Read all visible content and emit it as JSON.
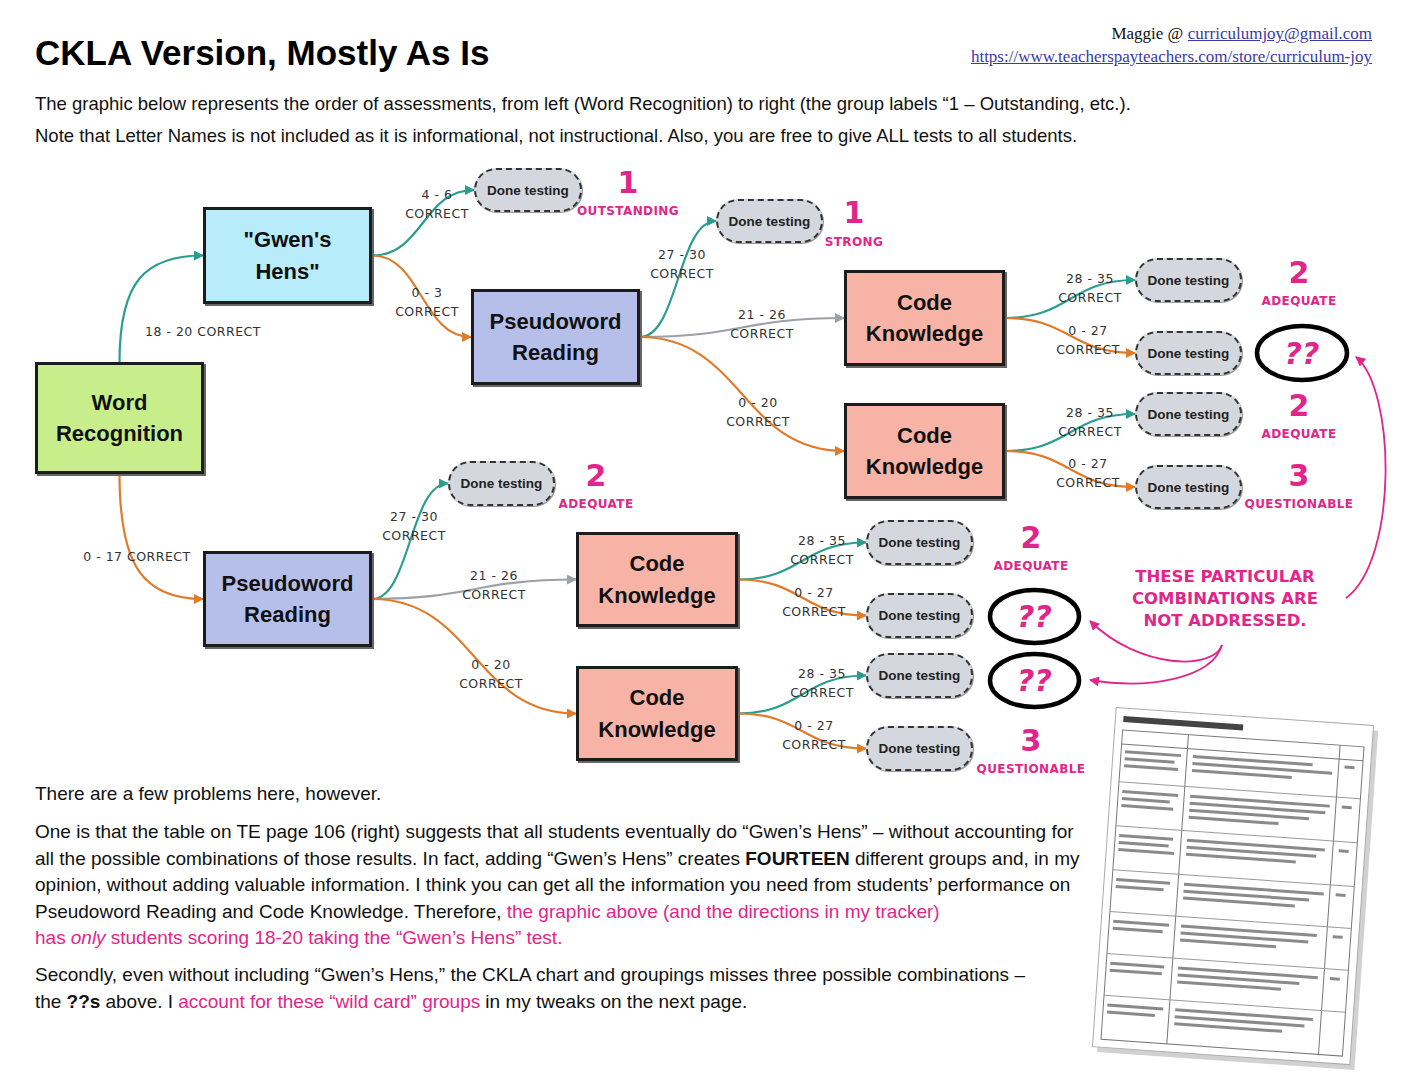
{
  "diagram": {
    "title": "CKLA Version, Mostly As Is",
    "nodes": [
      {
        "text": [
          "Word Recognition"
        ]
      },
      {
        "text": [
          "\"Gwen's Hens\""
        ]
      },
      {
        "text": [
          "Pseudoword Reading"
        ]
      },
      {
        "text": [
          "Pseudoword Reading"
        ]
      },
      {
        "text": [
          "Done testing"
        ]
      },
      {
        "text": [
          "Done testing"
        ]
      },
      {
        "text": [
          "Code Knowledge"
        ]
      },
      {
        "text": [
          "Code Knowledge"
        ]
      },
      {
        "text": [
          "Done testing"
        ]
      },
      {
        "text": [
          "Done testing"
        ]
      },
      {
        "text": [
          "Done testing"
        ]
      },
      {
        "text": [
          "Done testing"
        ]
      },
      {
        "text": [
          "??"
        ]
      },
      {
        "text": [
          "Done testing"
        ]
      },
      {
        "text": [
          "Code Knowledge"
        ]
      },
      {
        "text": [
          "Code Knowledge"
        ]
      },
      {
        "text": [
          "Done testing"
        ]
      },
      {
        "text": [
          "Done testing"
        ]
      },
      {
        "text": [
          "Done testing"
        ]
      },
      {
        "text": [
          "Done testing"
        ]
      },
      {
        "text": [
          "??"
        ]
      },
      {
        "text": [
          "??"
        ]
      }
    ],
    "edges": [
      {
        "from": 0,
        "to": 1,
        "label": "18 - 20 CORRECT",
        "arrow": "to"
      },
      {
        "from": 1,
        "to": 4,
        "label": "4 - 6 CORRECT",
        "arrow": "to"
      },
      {
        "from": 1,
        "to": 2,
        "label": "0 - 3 CORRECT",
        "arrow": "to"
      },
      {
        "from": 2,
        "to": 5,
        "label": "27 - 30 CORRECT",
        "arrow": "to"
      },
      {
        "from": 2,
        "to": 6,
        "label": "21 - 26 CORRECT",
        "arrow": "to"
      },
      {
        "from": 2,
        "to": 7,
        "label": "0 - 20 CORRECT",
        "arrow": "to"
      },
      {
        "from": 6,
        "to": 8,
        "label": "28 - 35 CORRECT",
        "arrow": "to"
      },
      {
        "from": 6,
        "to": 9,
        "label": "0 - 27 CORRECT",
        "arrow": "to"
      },
      {
        "from": 7,
        "to": 10,
        "label": "28 - 35 CORRECT",
        "arrow": "to"
      },
      {
        "from": 7,
        "to": 11,
        "label": "0 - 27 CORRECT",
        "arrow": "to"
      },
      {
        "from": 0,
        "to": 3,
        "label": "0 - 17 CORRECT",
        "arrow": "to"
      },
      {
        "from": 3,
        "to": 13,
        "label": "27 - 30 CORRECT",
        "arrow": "to"
      },
      {
        "from": 3,
        "to": 14,
        "label": "21 - 26 CORRECT",
        "arrow": "to"
      },
      {
        "from": 3,
        "to": 15,
        "label": "0 - 20 CORRECT",
        "arrow": "to"
      },
      {
        "from": 14,
        "to": 16,
        "label": "28 - 35 CORRECT",
        "arrow": "to"
      },
      {
        "from": 14,
        "to": 17,
        "label": "0 - 27 CORRECT",
        "arrow": "to"
      },
      {
        "from": 15,
        "to": 18,
        "label": "28 - 35 CORRECT",
        "arrow": "to"
      },
      {
        "from": 15,
        "to": 19,
        "label": "0 - 27 CORRECT",
        "arrow": "to"
      }
    ],
    "labels": [
      "Maggie @",
      "curriculumjoy@gmail.com",
      "https://www.teacherspayteachers.com/store/curriculum-joy",
      "The graphic below represents the order of assessments, from left (Word Recognition) to right (the group labels “1 – Outstanding, etc.).",
      "Note that Letter Names is not included as it is informational, not instructional. Also, you are free to give ALL tests to all students.",
      "1",
      "OUTSTANDING",
      "1",
      "STRONG",
      "2",
      "ADEQUATE",
      "2",
      "ADEQUATE",
      "3",
      "QUESTIONABLE",
      "2",
      "ADEQUATE",
      "2",
      "ADEQUATE",
      "THESE PARTICULAR COMBINATIONS ARE NOT ADDRESSED.",
      "3",
      "QUESTIONABLE",
      "There are a few problems here, however.",
      "One is that the table on TE page 106 (right) suggests that all students eventually do “Gwen’s Hens” – without accounting for all the possible combinations of those results. In fact, adding “Gwen’s Hens” creates",
      "FOURTEEN",
      "different groups and, in my opinion, without adding valuable information. I think you can get all the information you need from students’ performance on Pseudoword Reading and Code Knowledge. Therefore,",
      "the graphic above (and the directions in my tracker) has",
      "only",
      "students scoring 18-20 taking the “Gwen’s Hens” test.",
      "Secondly, even without including “Gwen’s Hens,” the CKLA chart and groupings misses three possible combinations – the",
      "??s",
      "above. I",
      "account for these “wild card” groups",
      "in my tweaks on the next page."
    ]
  }
}
